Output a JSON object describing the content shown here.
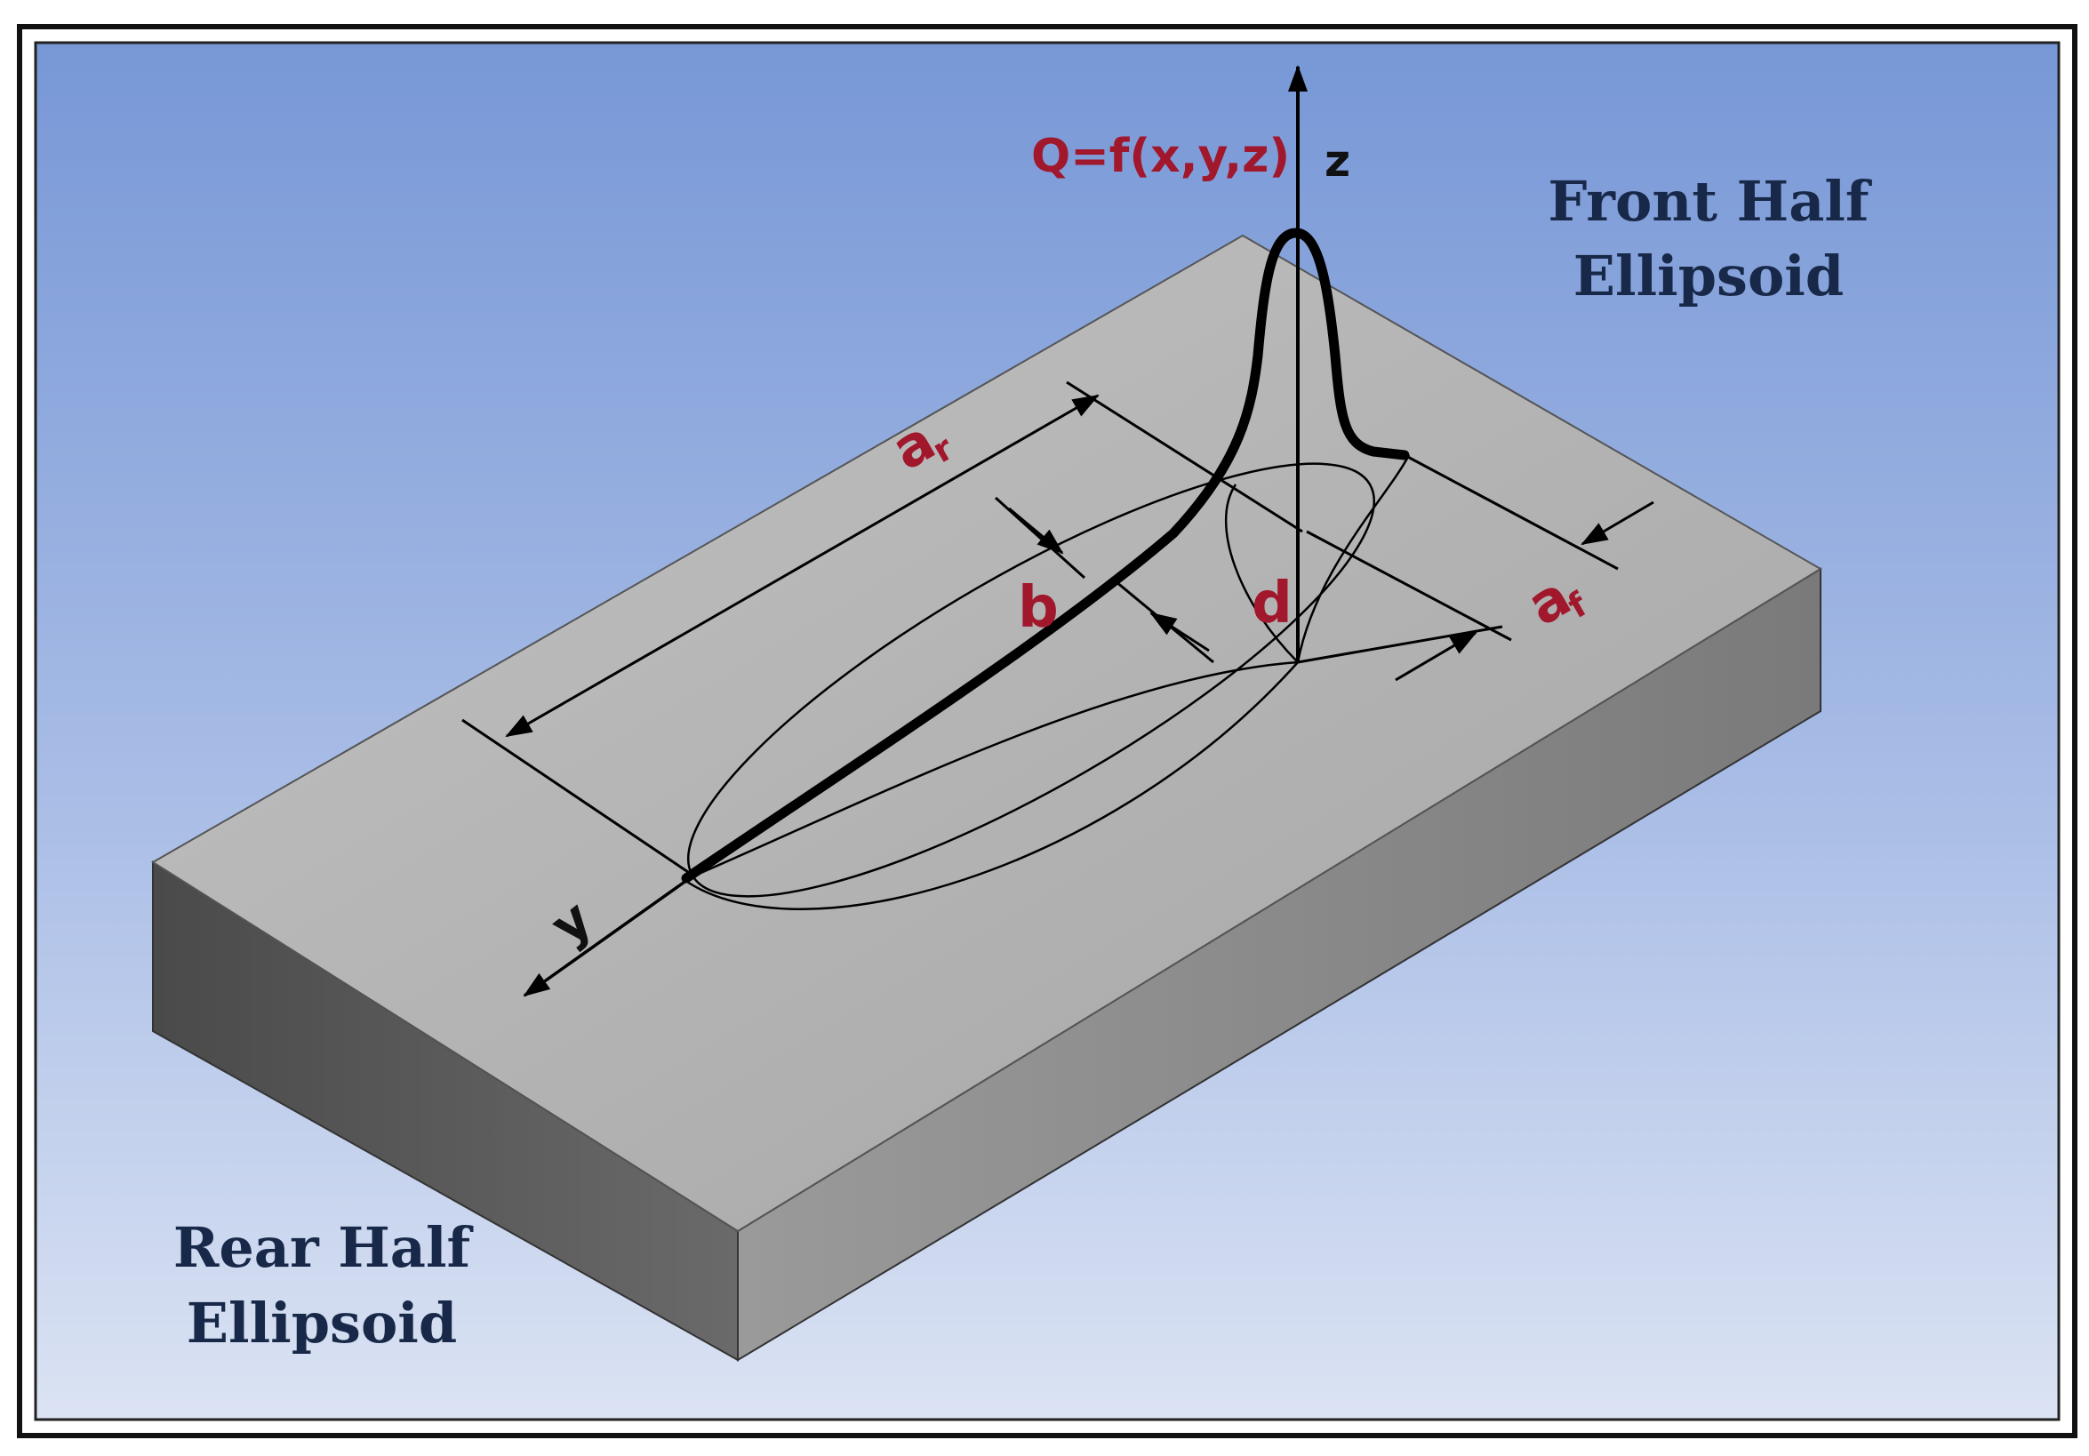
{
  "labels": {
    "heat_function": "Q=f(x,y,z)",
    "z_axis": "z",
    "y_axis": "y",
    "front_line1": "Front Half",
    "front_line2": "Ellipsoid",
    "rear_line1": "Rear Half",
    "rear_line2": "Ellipsoid",
    "dim_ar_main": "a",
    "dim_ar_sub": "r",
    "dim_af_main": "a",
    "dim_af_sub": "f",
    "dim_b": "b",
    "dim_d": "d"
  },
  "colors": {
    "background_top": "#7797d6",
    "background_bottom": "#dbe3f3",
    "plate_top": "#b4b4b4",
    "plate_left": "#5a5a5a",
    "plate_right": "#8a8a8a",
    "label_red": "#a1172c",
    "label_navy": "#182848"
  }
}
